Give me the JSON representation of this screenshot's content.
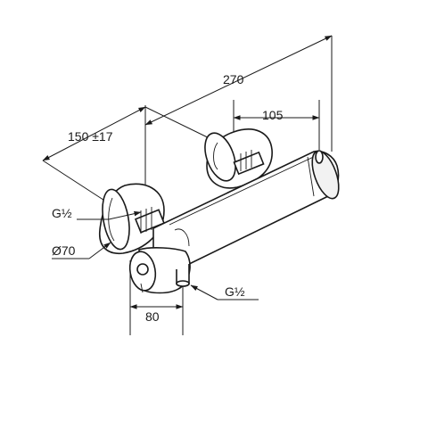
{
  "dimensions": {
    "overall_length": "270",
    "inlet_spacing": "150 ±17",
    "inlet_offset": "105",
    "wall_projection": "80",
    "rosette_diameter": "Ø70",
    "inlet_thread": "G½",
    "outlet_thread": "G½"
  }
}
